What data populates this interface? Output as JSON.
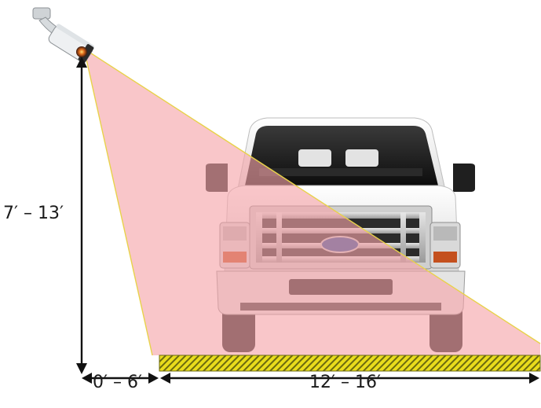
{
  "diagram": {
    "height_label": "7′ – 13′",
    "near_label": "0′ – 6′",
    "far_label": "12′ – 16′"
  },
  "colors": {
    "field_of_view_fill": "#f5a3a8",
    "field_of_view_edge": "#e8d24a",
    "zone_stripe_yellow": "#e9dc1c",
    "zone_stripe_dark": "#6b6a10",
    "arrow": "#111111",
    "van_body": "#f2f2f2",
    "van_dark": "#1e1e1e"
  },
  "icons": {
    "camera": "security-camera-icon",
    "vehicle": "van-icon"
  }
}
